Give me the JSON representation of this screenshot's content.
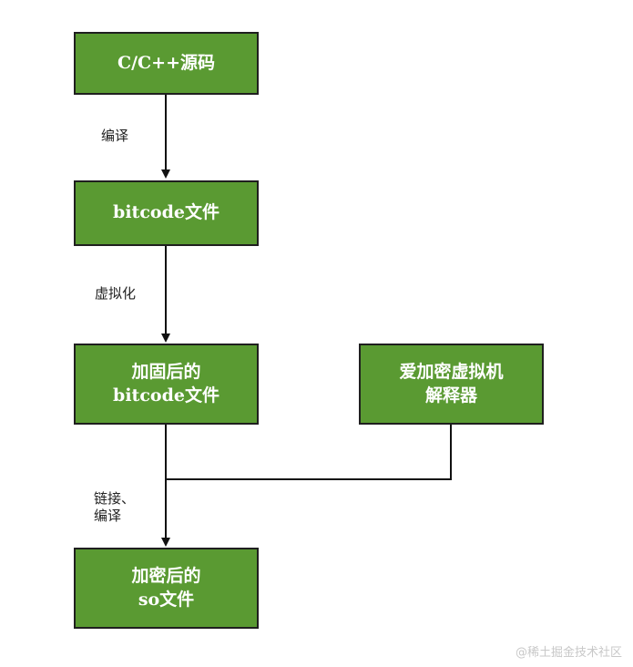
{
  "nodes": {
    "source": {
      "lines": [
        "C/C++源码"
      ]
    },
    "bitcode": {
      "lines": [
        "bitcode文件"
      ]
    },
    "hardened": {
      "lines": [
        "加固后的",
        "bitcode文件"
      ]
    },
    "interpreter": {
      "lines": [
        "爱加密虚拟机",
        "解释器"
      ]
    },
    "so": {
      "lines": [
        "加密后的",
        "so文件"
      ]
    }
  },
  "edges": {
    "compile": {
      "lines": [
        "编译"
      ]
    },
    "virtualize": {
      "lines": [
        "虚拟化"
      ]
    },
    "link_compile": {
      "lines": [
        "链接、",
        "编译"
      ]
    }
  },
  "colors": {
    "node_fill": "#5a9a32",
    "node_border": "#1f1f1f",
    "edge": "#111111"
  },
  "watermark": "@稀土掘金技术社区"
}
